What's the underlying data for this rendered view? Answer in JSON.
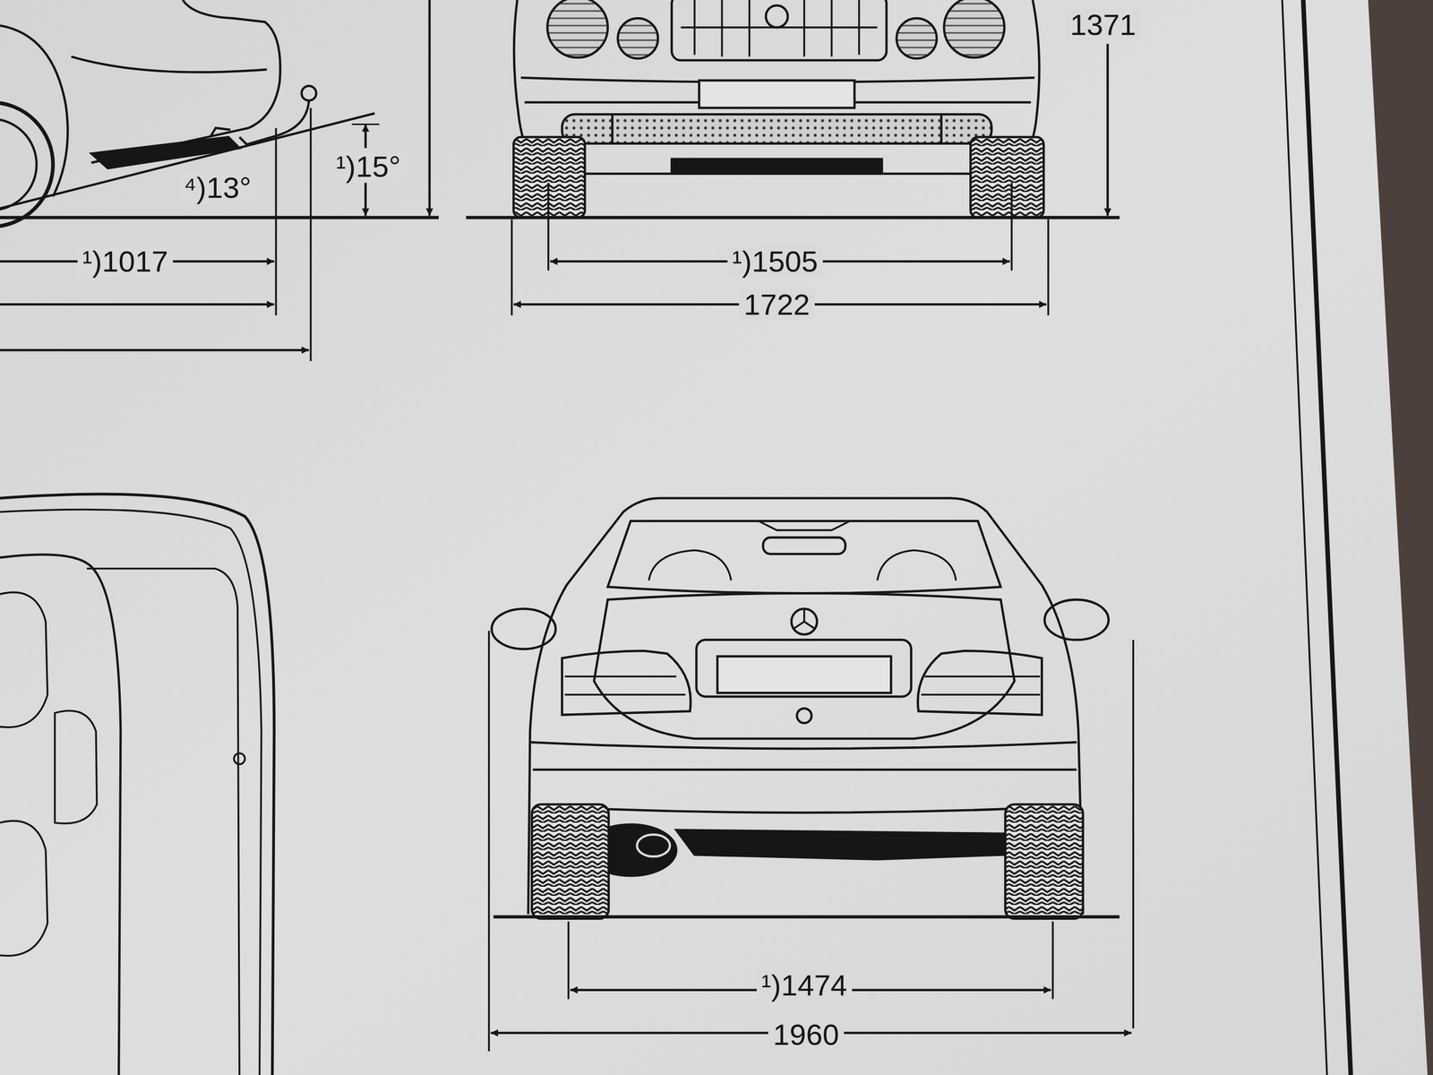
{
  "diagram": {
    "labels": [
      "1371",
      "¹)15°",
      "⁴)13°",
      "¹)1017",
      "¹)1505",
      "1722",
      "¹)1474",
      "1960"
    ]
  }
}
